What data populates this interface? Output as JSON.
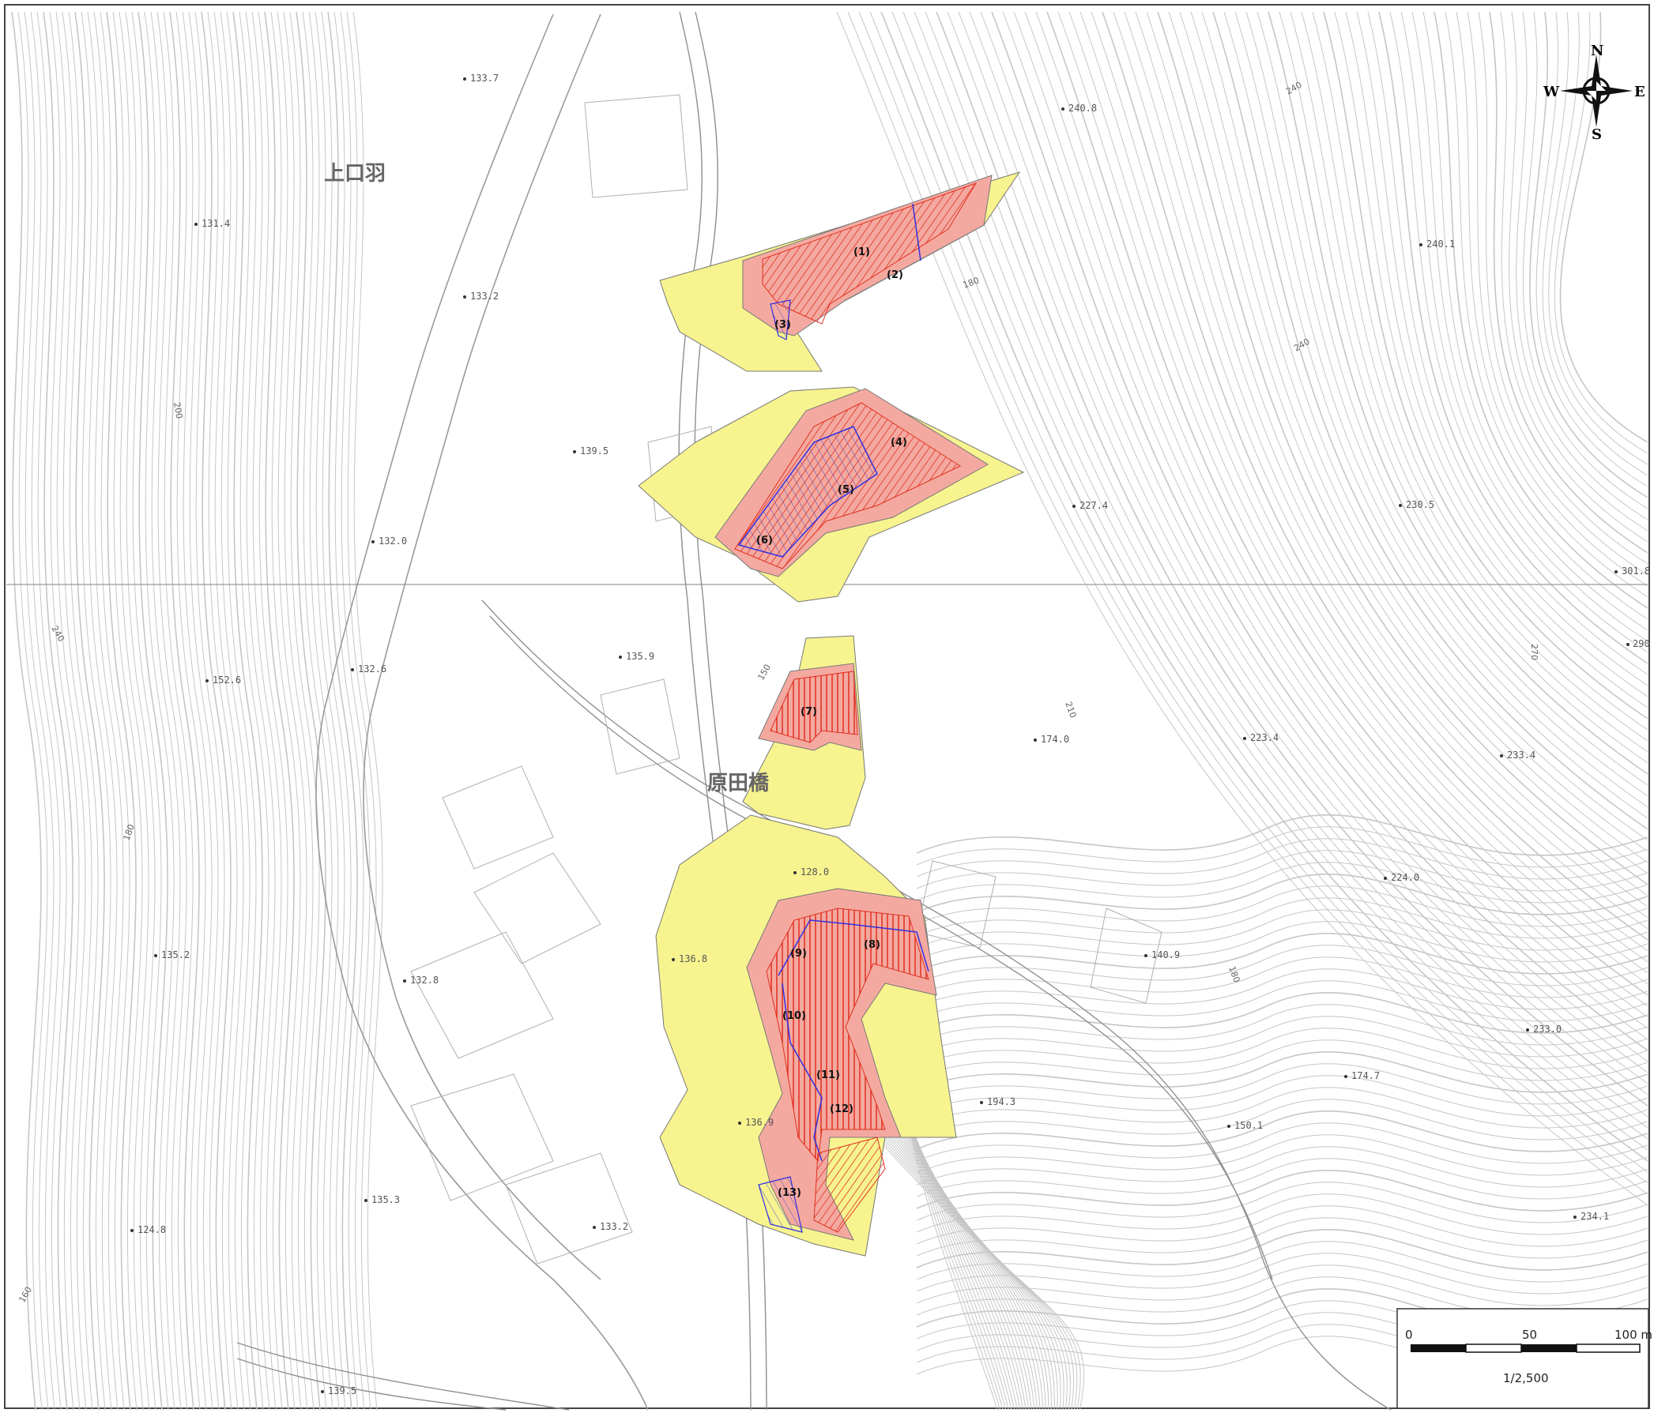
{
  "place_names": [
    "上口羽",
    "原田橋"
  ],
  "spot_heights": [
    "133.7",
    "240.8",
    "131.4",
    "133.2",
    "240.1",
    "139.5",
    "227.4",
    "230.5",
    "132.0",
    "301.8",
    "132.6",
    "135.9",
    "152.6",
    "174.0",
    "223.4",
    "233.4",
    "128.0",
    "224.0",
    "136.8",
    "140.9",
    "132.8",
    "233.0",
    "135.2",
    "174.7",
    "136.9",
    "194.3",
    "150.1",
    "135.3",
    "133.2",
    "124.8",
    "234.1",
    "139.5",
    "290"
  ],
  "contour_labels": [
    "150",
    "180",
    "210",
    "240",
    "270",
    "200",
    "160",
    "180",
    "240",
    "240",
    "180"
  ],
  "zones": [
    "(1)",
    "(2)",
    "(3)",
    "(4)",
    "(5)",
    "(6)",
    "(7)",
    "(8)",
    "(9)",
    "(10)",
    "(11)",
    "(12)",
    "(13)"
  ],
  "compass": {
    "n": "N",
    "s": "S",
    "e": "E",
    "w": "W"
  },
  "scale": {
    "ticks": [
      "0",
      "50",
      "100 m"
    ],
    "ratio": "1/2,500"
  },
  "colors": {
    "yellow_zone": "#f7f48f",
    "red_zone": "#f4a9a0",
    "hatch_red": "#e03020",
    "boundary_blue": "#3030e0",
    "contour": "#c6c6c6",
    "road": "#8f8f8f"
  }
}
